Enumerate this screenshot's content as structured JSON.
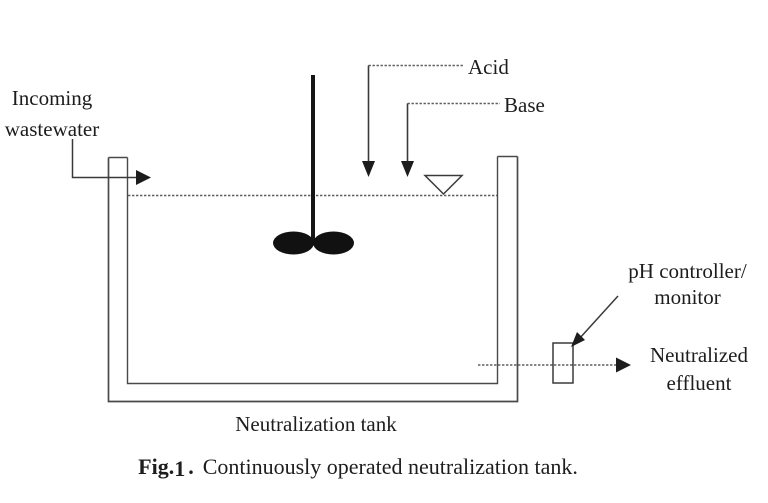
{
  "figure": {
    "labels": {
      "incoming": {
        "line1": "Incoming",
        "line2": "wastewater"
      },
      "acid": "Acid",
      "base": "Base",
      "ph_controller": {
        "line1": "pH controller/",
        "line2": "monitor"
      },
      "neutralized": {
        "line1": "Neutralized",
        "line2": "effluent"
      },
      "tank": "Neutralization tank"
    },
    "caption": {
      "fig": "Fig.",
      "num": "1",
      "dot": ".",
      "text": "Continuously operated neutralization tank."
    },
    "colors": {
      "ink": "#1d1d1d",
      "line": "#4a4a4a",
      "dotted_line": "#5f5f5f",
      "background": "#ffffff"
    }
  }
}
